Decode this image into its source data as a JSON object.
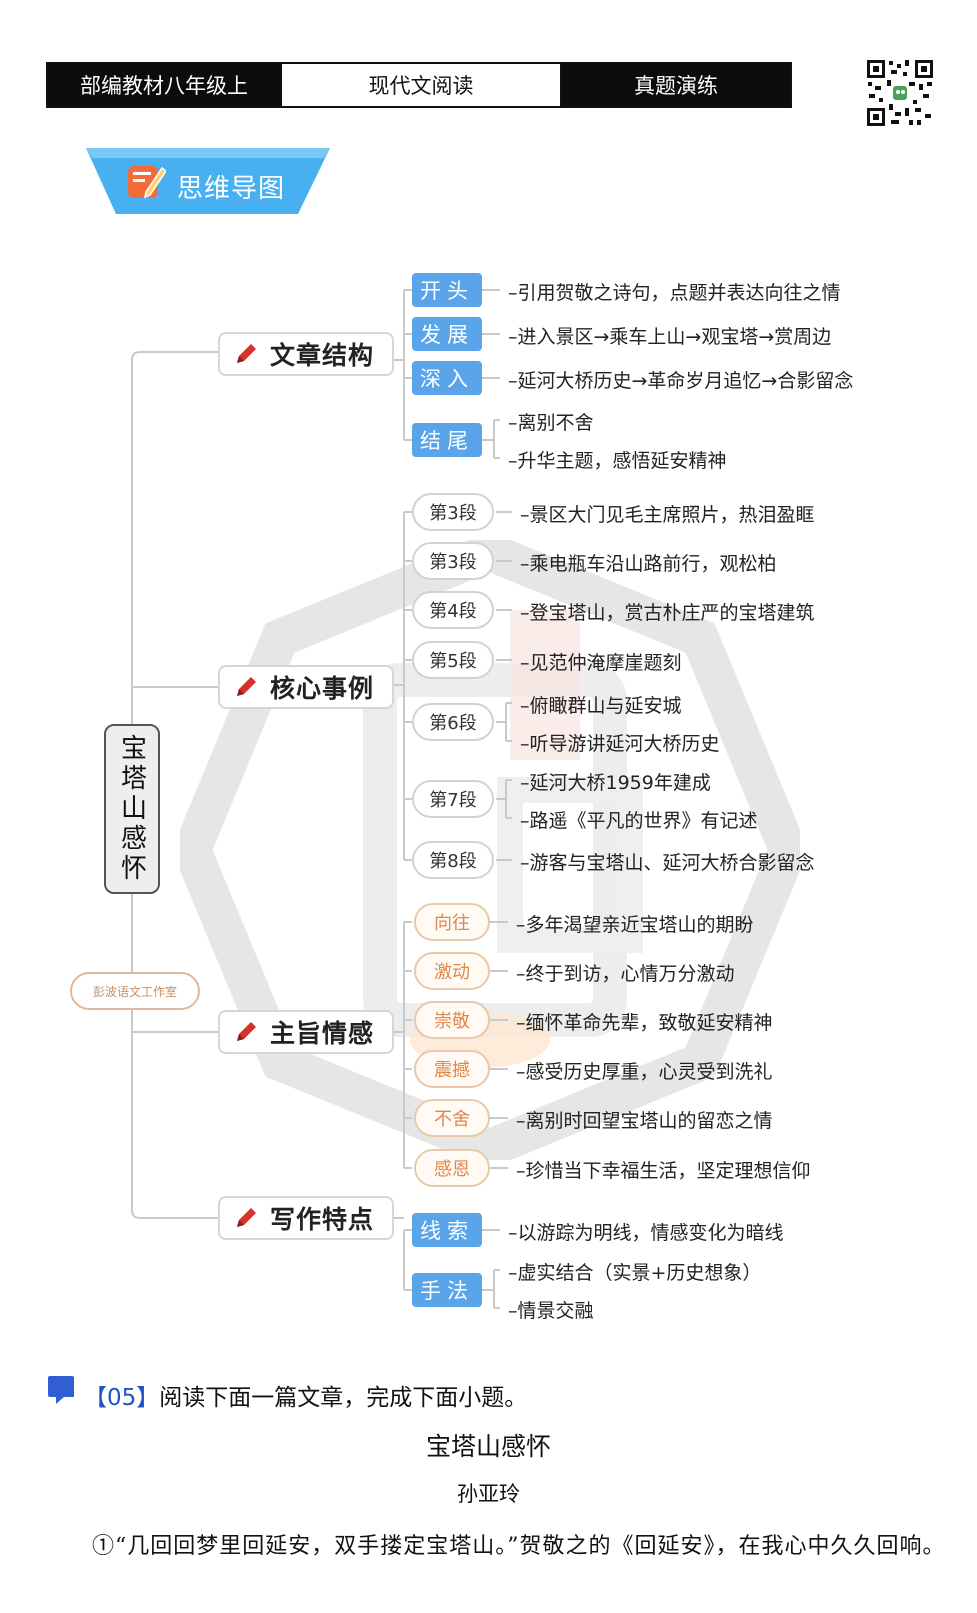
{
  "header": {
    "textbook": "部编教材八年级上",
    "section": "现代文阅读",
    "practice": "真题演练"
  },
  "mindmap_banner": "思维导图",
  "mindmap": {
    "root": "宝塔山感怀",
    "stamp": "彭波语文工作室",
    "structure": {
      "label": "文章结构",
      "items": [
        {
          "tag": "开头",
          "texts": [
            "–引用贺敬之诗句，点题并表达向往之情"
          ]
        },
        {
          "tag": "发展",
          "texts": [
            "–进入景区→乘车上山→观宝塔→赏周边"
          ]
        },
        {
          "tag": "深入",
          "texts": [
            "–延河大桥历史→革命岁月追忆→合影留念"
          ]
        },
        {
          "tag": "结尾",
          "texts": [
            "–离别不舍",
            "–升华主题，感悟延安精神"
          ]
        }
      ]
    },
    "events": {
      "label": "核心事例",
      "items": [
        {
          "tag": "第3段",
          "texts": [
            "–景区大门见毛主席照片，热泪盈眶"
          ]
        },
        {
          "tag": "第3段",
          "texts": [
            "–乘电瓶车沿山路前行，观松柏"
          ]
        },
        {
          "tag": "第4段",
          "texts": [
            "–登宝塔山，赏古朴庄严的宝塔建筑"
          ]
        },
        {
          "tag": "第5段",
          "texts": [
            "–见范仲淹摩崖题刻"
          ]
        },
        {
          "tag": "第6段",
          "texts": [
            "–俯瞰群山与延安城",
            "–听导游讲延河大桥历史"
          ]
        },
        {
          "tag": "第7段",
          "texts": [
            "–延河大桥1959年建成",
            "–路遥《平凡的世界》有记述"
          ]
        },
        {
          "tag": "第8段",
          "texts": [
            "–游客与宝塔山、延河大桥合影留念"
          ]
        }
      ]
    },
    "emotion": {
      "label": "主旨情感",
      "items": [
        {
          "tag": "向往",
          "texts": [
            "–多年渴望亲近宝塔山的期盼"
          ]
        },
        {
          "tag": "激动",
          "texts": [
            "–终于到访，心情万分激动"
          ]
        },
        {
          "tag": "崇敬",
          "texts": [
            "–缅怀革命先辈，致敬延安精神"
          ]
        },
        {
          "tag": "震撼",
          "texts": [
            "–感受历史厚重，心灵受到洗礼"
          ]
        },
        {
          "tag": "不舍",
          "texts": [
            "–离别时回望宝塔山的留恋之情"
          ]
        },
        {
          "tag": "感恩",
          "texts": [
            "–珍惜当下幸福生活，坚定理想信仰"
          ]
        }
      ]
    },
    "writing": {
      "label": "写作特点",
      "items": [
        {
          "tag": "线索",
          "texts": [
            "–以游踪为明线，情感变化为暗线"
          ]
        },
        {
          "tag": "手法",
          "texts": [
            "–虚实结合（实景+历史想象）",
            "–情景交融"
          ]
        }
      ]
    }
  },
  "question": {
    "number": "【05】",
    "prompt": "阅读下面一篇文章，完成下面小题。"
  },
  "article": {
    "title": "宝塔山感怀",
    "author": "孙亚玲",
    "paragraph1": "①“几回回梦里回延安，双手搂定宝塔山。”贺敬之的《回延安》，在我心中久久回响。"
  },
  "colors": {
    "blue_tag": "#5aa5ea",
    "banner": "#48b0f0",
    "pen": "#d4322b",
    "orange_text": "#e0874d",
    "question_blue": "#1f54c5"
  }
}
